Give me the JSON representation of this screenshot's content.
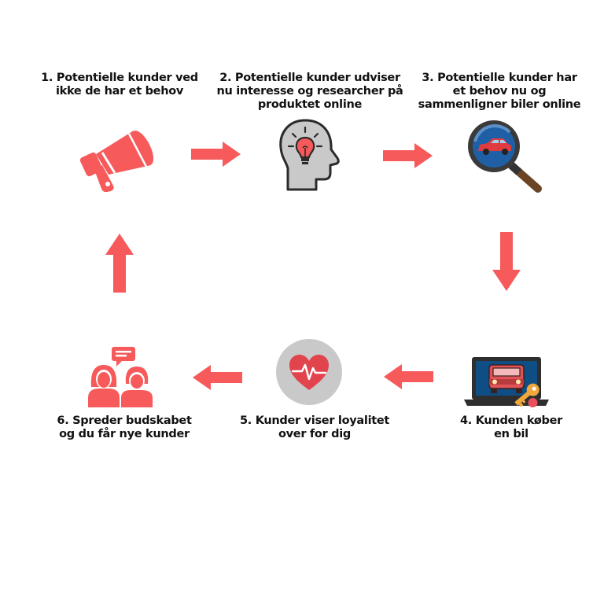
{
  "steps": [
    {
      "label_lines": [
        "1. Potentielle kunder ved",
        "ikke de har et behov"
      ],
      "icon": "megaphone-icon"
    },
    {
      "label_lines": [
        "2. Potentielle kunder udviser",
        "nu interesse og researcher på",
        "produktet online"
      ],
      "icon": "head-lightbulb-icon"
    },
    {
      "label_lines": [
        "3. Potentielle kunder har",
        "et behov nu og",
        "sammenligner biler online"
      ],
      "icon": "magnifier-car-icon"
    },
    {
      "label_lines": [
        "4. Kunden køber",
        "en bil"
      ],
      "icon": "laptop-car-key-icon"
    },
    {
      "label_lines": [
        "5. Kunder viser loyalitet",
        "over for dig"
      ],
      "icon": "heart-pulse-icon"
    },
    {
      "label_lines": [
        "6. Spreder budskabet",
        "og du får nye kunder"
      ],
      "icon": "people-chat-icon"
    }
  ],
  "colors": {
    "accent": "#F65A5B",
    "gray": "#C9C9C9",
    "dark": "#2B2B2B",
    "laptop_screen": "#0E4E84",
    "lens": "#1F5FA5",
    "key": "#F0A73C"
  }
}
